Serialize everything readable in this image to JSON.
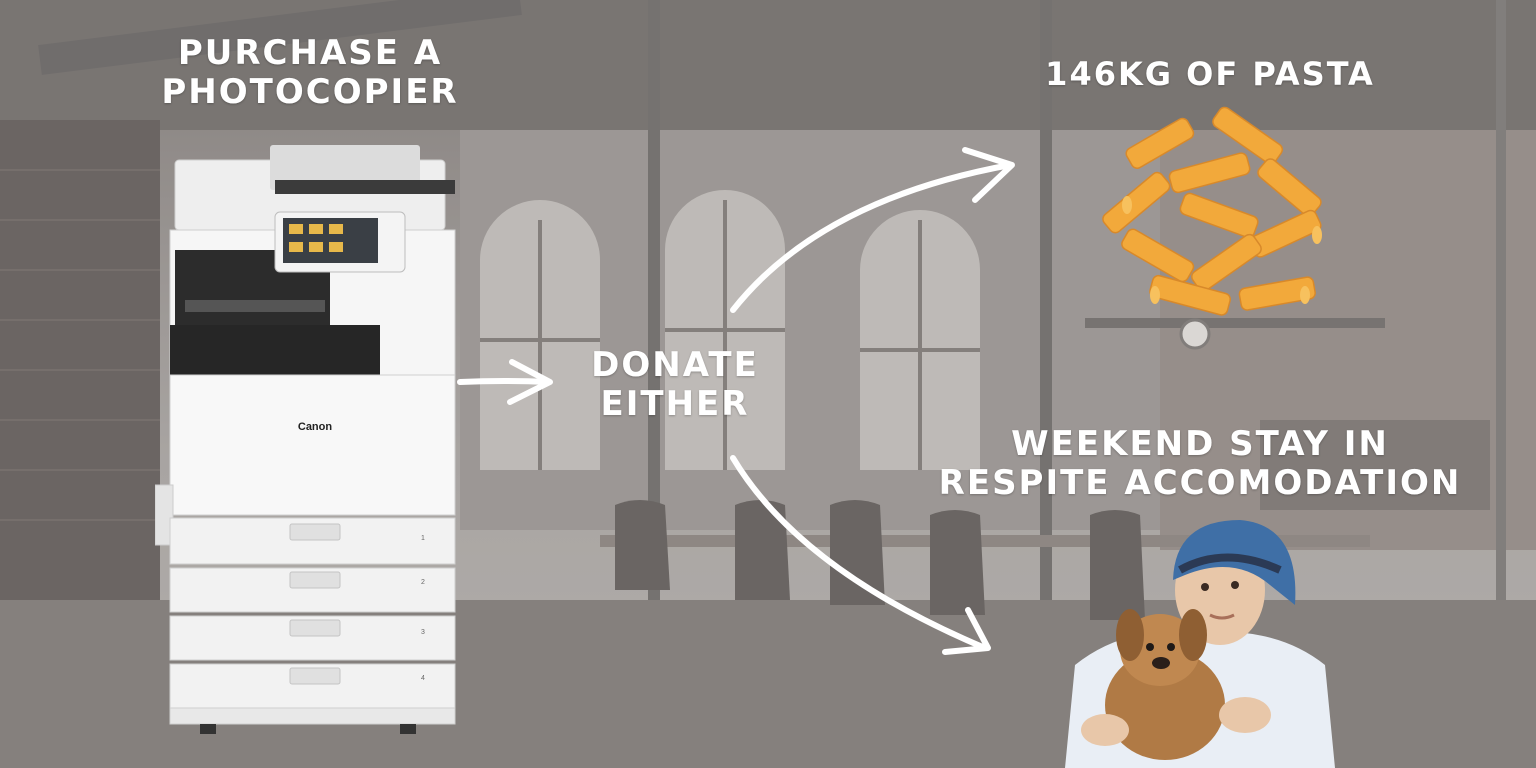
{
  "headlines": {
    "purchase": "PURCHASE A PHOTOCOPIER",
    "donate": "DONATE EITHER",
    "pasta": "146KG OF PASTA",
    "weekend": "WEEKEND STAY IN RESPITE ACCOMODATION"
  },
  "photocopier": {
    "brand": "Canon",
    "tray_numbers": [
      "1",
      "2",
      "3",
      "4"
    ]
  },
  "colors": {
    "text": "#ffffff",
    "arrow": "#ffffff",
    "pasta": "#f2a93b",
    "beanie": "#3f6fa6",
    "teddy": "#b07a45"
  },
  "icons": [
    "photocopier-image",
    "pasta-image",
    "child-with-teddy-image",
    "arrow-right-icon",
    "arrow-up-right-icon",
    "arrow-down-right-icon"
  ]
}
